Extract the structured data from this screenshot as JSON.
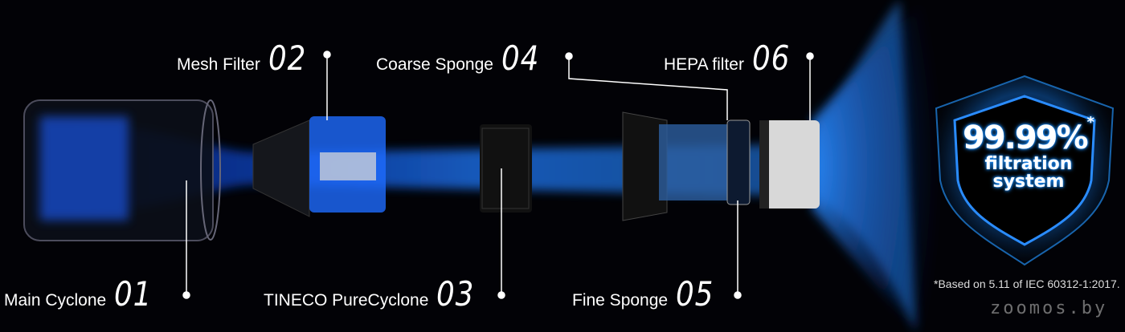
{
  "components": [
    {
      "name": "Main Cyclone",
      "number": "01"
    },
    {
      "name": "Mesh Filter",
      "number": "02"
    },
    {
      "name": "TINECO PureCyclone",
      "number": "03"
    },
    {
      "name": "Coarse Sponge",
      "number": "04"
    },
    {
      "name": "Fine Sponge",
      "number": "05"
    },
    {
      "name": "HEPA filter",
      "number": "06"
    }
  ],
  "badge": {
    "percent": "99.99%",
    "asterisk": "*",
    "line1": "filtration",
    "line2": "system"
  },
  "footnote": "*Based on 5.11 of IEC 60312-1:2017.",
  "watermark": "zoomos.by",
  "colors": {
    "background": "#020206",
    "airflow": "#1e7bff",
    "glow": "#3aa0ff",
    "text": "#ffffff"
  }
}
